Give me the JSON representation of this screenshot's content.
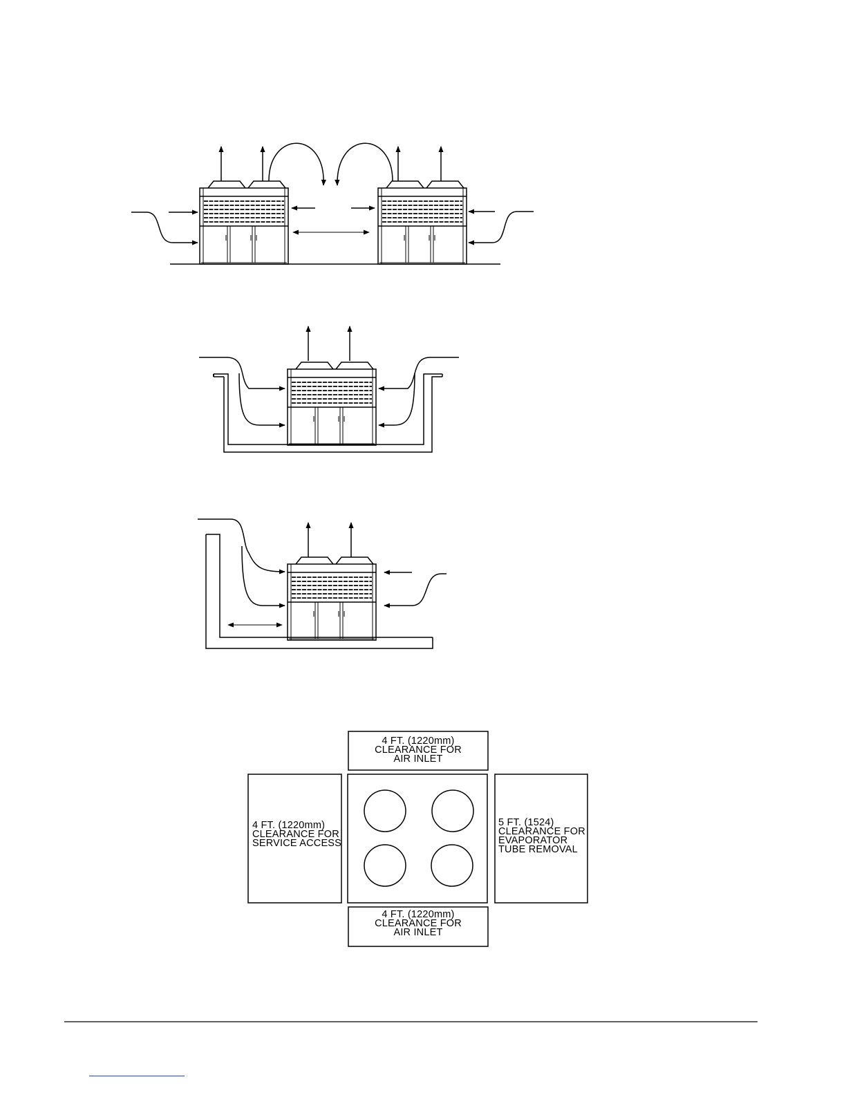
{
  "clearance": {
    "top": {
      "line1": "4 FT.  (1220mm)",
      "line2": "CLEARANCE FOR",
      "line3": "AIR INLET"
    },
    "left": {
      "line1": "4 FT. (1220mm)",
      "line2": "CLEARANCE FOR",
      "line3": "SERVICE ACCESS"
    },
    "right": {
      "line1": "5 FT. (1524)",
      "line2": "CLEARANCE FOR",
      "line3": "EVAPORATOR",
      "line4": "TUBE REMOVAL"
    },
    "bottom": {
      "line1": "4 FT.  (1220mm)",
      "line2": "CLEARANCE FOR",
      "line3": "AIR INLET"
    }
  },
  "colors": {
    "line": "#000000",
    "footer_link": "#1a49c4"
  }
}
